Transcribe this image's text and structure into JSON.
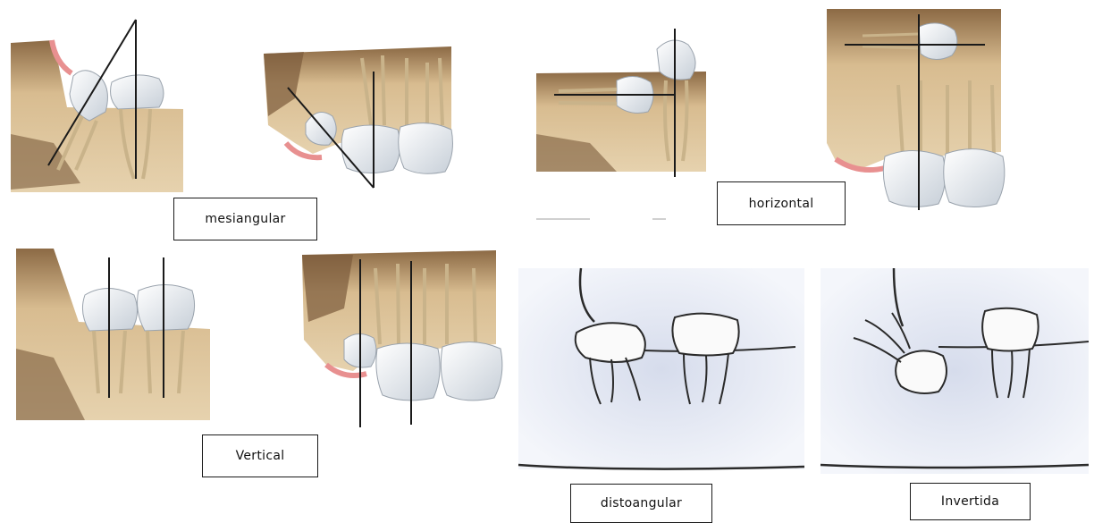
{
  "labels": {
    "mesiangular": "mesiangular",
    "horizontal": "horizontal",
    "vertical": "Vertical",
    "distoangular": "distoangular",
    "invertida": "Invertida"
  },
  "colors": {
    "bone": "#dcc196",
    "bone_dark": "#7a5a3a",
    "gum": "#e8a0a0",
    "tooth": "#eef1f4",
    "tooth_shadow": "#b9c2cc",
    "line": "#1a1a1a",
    "sketch_blue": "#c9d2e8"
  }
}
